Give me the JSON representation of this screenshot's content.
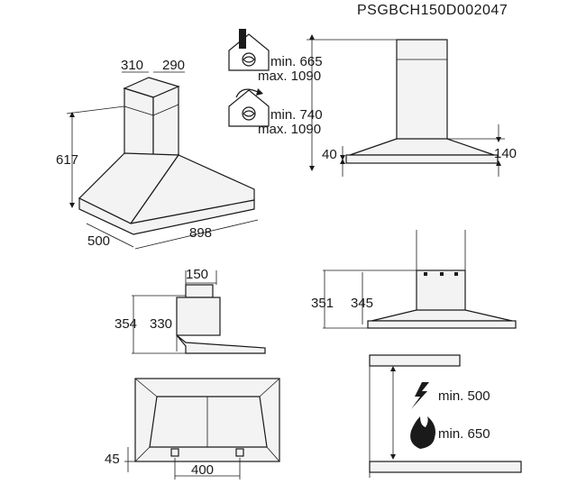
{
  "document_code": "PSGBCH150D002047",
  "top_view": {
    "width_back": "310",
    "width_side": "290",
    "height": "617",
    "depth": "500",
    "width": "898"
  },
  "chimney_vent_out": {
    "min": "min. 665",
    "max": "max. 1090"
  },
  "chimney_recirc": {
    "min": "min. 740",
    "max": "max. 1090"
  },
  "side_view": {
    "left_height": "40",
    "right_height": "140"
  },
  "bracket_side": {
    "width": "150",
    "outer": "354",
    "inner": "330"
  },
  "bracket_front": {
    "outer": "351",
    "inner": "345"
  },
  "underside": {
    "offset": "45",
    "spacing": "400"
  },
  "clearance": {
    "electric": "min. 500",
    "gas": "min. 650"
  },
  "icons": [
    "vent-out-house-icon",
    "recirculation-house-icon",
    "lightning-icon",
    "flame-icon"
  ]
}
